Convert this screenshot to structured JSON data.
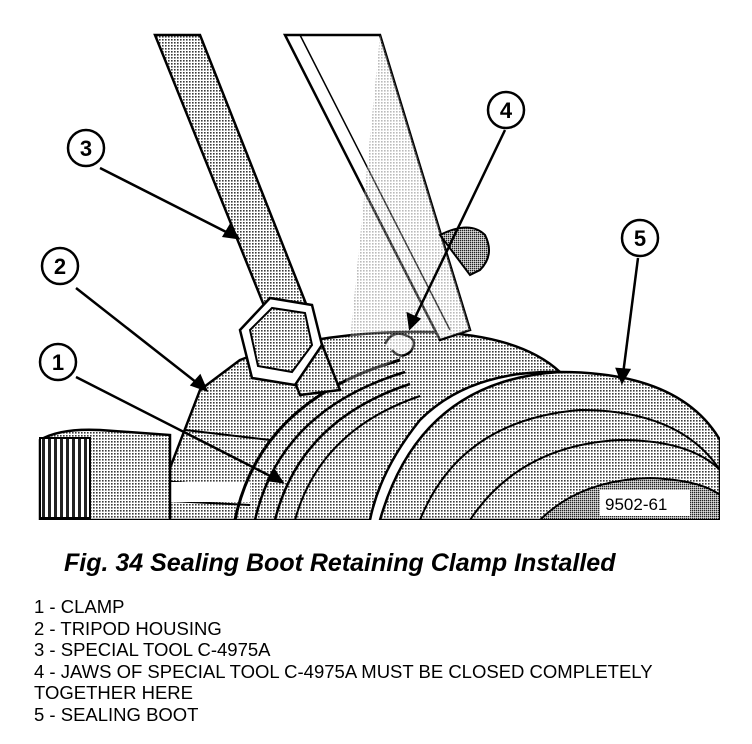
{
  "figure": {
    "callouts": [
      "1",
      "2",
      "3",
      "4",
      "5"
    ],
    "reference_code": "9502-61",
    "caption": "Fig. 34 Sealing Boot Retaining Clamp Installed"
  },
  "legend": [
    "1 - CLAMP",
    "2 - TRIPOD HOUSING",
    "3 - SPECIAL TOOL C-4975A",
    "4 - JAWS OF SPECIAL TOOL C-4975A MUST BE CLOSED COMPLETELY TOGETHER HERE",
    "5 - SEALING BOOT"
  ]
}
